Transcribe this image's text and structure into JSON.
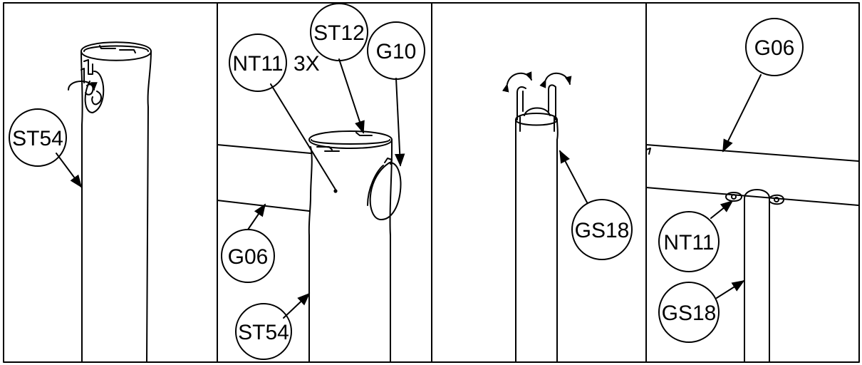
{
  "panels": [
    {
      "labels": [
        {
          "key": "st54",
          "text": "ST54"
        }
      ]
    },
    {
      "labels": [
        {
          "key": "nt11",
          "text": "NT11"
        },
        {
          "key": "qty",
          "text": "3X"
        },
        {
          "key": "st12",
          "text": "ST12"
        },
        {
          "key": "g10",
          "text": "G10"
        },
        {
          "key": "g06",
          "text": "G06"
        },
        {
          "key": "st54",
          "text": "ST54"
        }
      ]
    },
    {
      "labels": [
        {
          "key": "gs18",
          "text": "GS18"
        }
      ]
    },
    {
      "labels": [
        {
          "key": "g06",
          "text": "G06"
        },
        {
          "key": "nt11",
          "text": "NT11"
        },
        {
          "key": "gs18",
          "text": "GS18"
        }
      ]
    }
  ]
}
